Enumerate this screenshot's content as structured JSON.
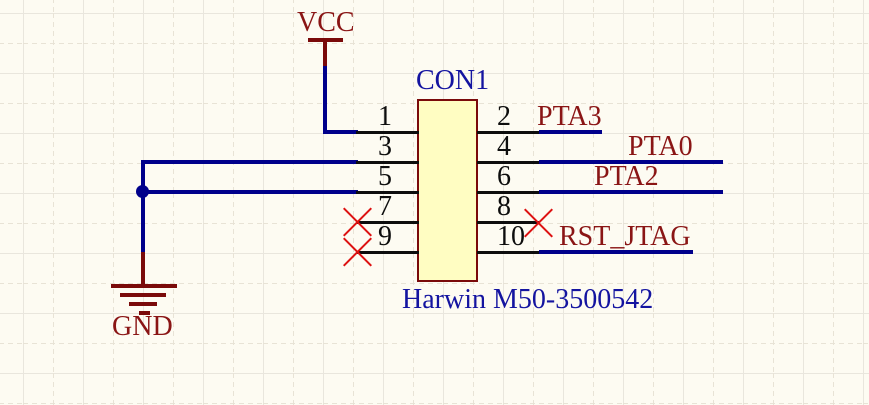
{
  "component": {
    "designator": "CON1",
    "part_number": "Harwin M50-3500542",
    "pins": {
      "left": [
        {
          "number": "1"
        },
        {
          "number": "3"
        },
        {
          "number": "5"
        },
        {
          "number": "7"
        },
        {
          "number": "9"
        }
      ],
      "right": [
        {
          "number": "2"
        },
        {
          "number": "4"
        },
        {
          "number": "6"
        },
        {
          "number": "8"
        },
        {
          "number": "10"
        }
      ]
    },
    "no_connect_pins": [
      "7",
      "8",
      "9"
    ]
  },
  "power_ports": {
    "vcc": {
      "label": "VCC"
    },
    "gnd": {
      "label": "GND"
    }
  },
  "net_labels": {
    "pin2": {
      "label": "PTA3"
    },
    "pin4": {
      "label": "PTA0"
    },
    "pin6": {
      "label": "PTA2"
    },
    "pin10": {
      "label": "RST_JTAG"
    }
  },
  "colors": {
    "background": "#fdfbf2",
    "grid_line": "#e9e6dd",
    "wire": "#00008b",
    "pin_line": "#0d0d0d",
    "power_symbol": "#7a0a0a",
    "net_label_text": "#8a1515",
    "component_text": "#1414a0",
    "component_body_fill": "#fffdc2",
    "component_body_border": "#7a0a0a",
    "no_connect_x": "#dd1111"
  }
}
